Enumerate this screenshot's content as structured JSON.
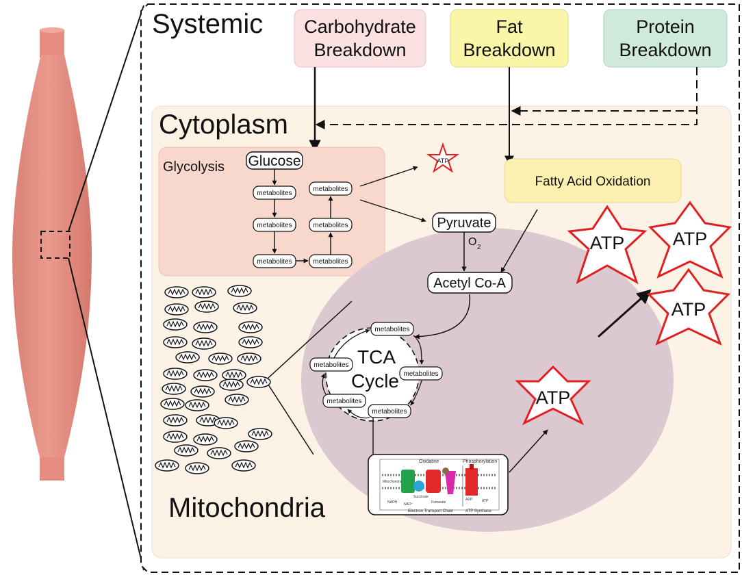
{
  "regions": {
    "systemic": "Systemic",
    "cytoplasm": "Cytoplasm",
    "mitochondria": "Mitochondria"
  },
  "sources": {
    "carbohydrate": [
      "Carbohydrate",
      "Breakdown"
    ],
    "fat": [
      "Fat",
      "Breakdown"
    ],
    "protein": [
      "Protein",
      "Breakdown"
    ]
  },
  "glycolysis": {
    "title": "Glycolysis",
    "glucose": "Glucose",
    "metabolite": "metabolites"
  },
  "pathway": {
    "pyruvate": "Pyruvate",
    "oxygen": "O",
    "oxygen_sub": "2",
    "acetyl_coa": "Acetyl Co-A",
    "fatty_acid": "Fatty Acid Oxidation"
  },
  "tca": {
    "line1": "TCA",
    "line2": "Cycle",
    "metabolite": "metabolites"
  },
  "atp_label": "ATP",
  "oxphos": {
    "top_left": "Oxidative",
    "top_right": "Phosphorylation",
    "bottom_left": "Electron Transport Chain",
    "bottom_right": "ATP Synthase",
    "nadh": "NADH",
    "nad": "NAD⁺",
    "succinate": "Succinate",
    "fumarate": "Fumarate",
    "adp": "ADP",
    "atp": "ATP",
    "mito_label": "Mitochondrial"
  },
  "colors": {
    "muscle": "#e8958a",
    "cytoplasm_bg": "#fdf2e6",
    "glycolysis_bg": "#f8d8cc",
    "mito_bg": "#dcc8d0",
    "carb_box": "#fbe1e2",
    "fat_box": "#fbf5a8",
    "protein_box": "#cfeadb",
    "fao_box": "#fbf0b0",
    "atp_star": "#e02020"
  }
}
